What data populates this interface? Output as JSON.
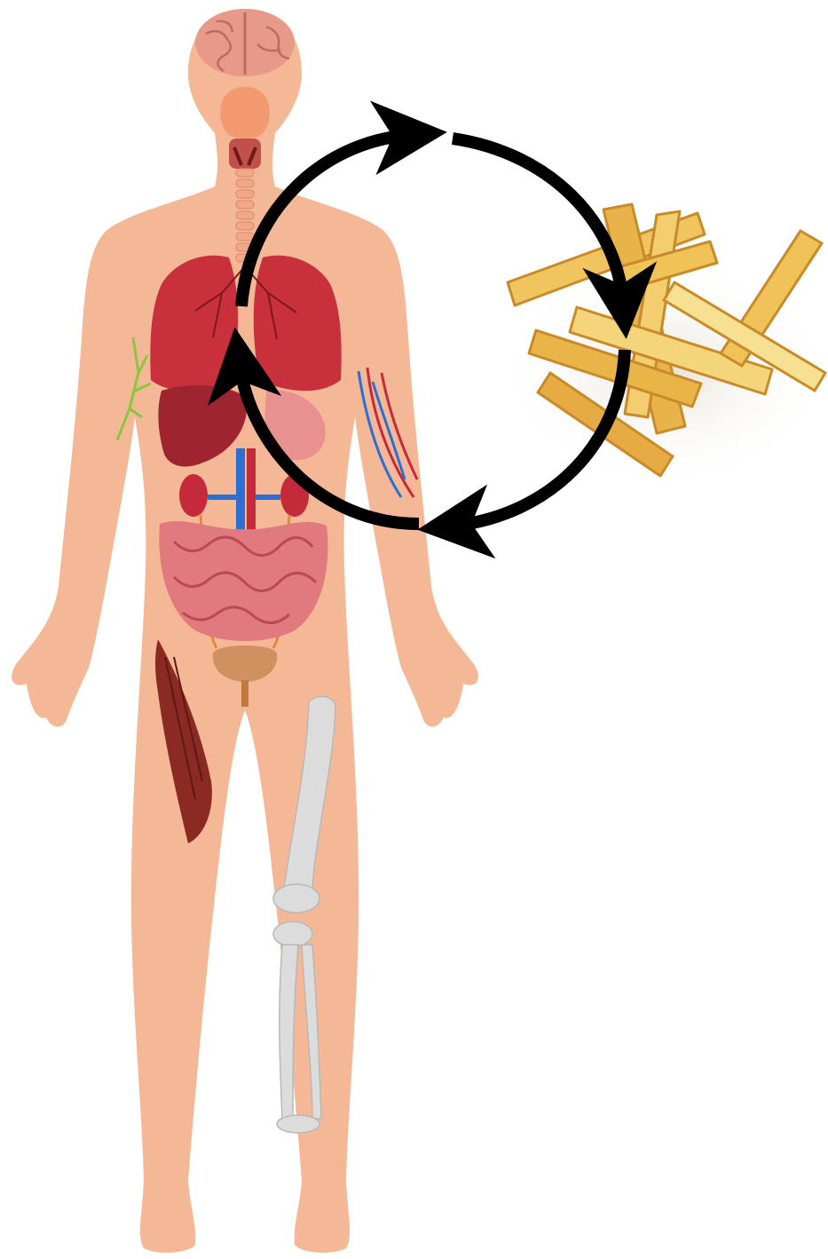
{
  "figure": {
    "panels": [
      {
        "id": "body",
        "icon": "human-anatomy-illustration"
      },
      {
        "id": "food",
        "icon": "french-fries-photo"
      }
    ],
    "cycle": {
      "arrow_count": 4,
      "direction": "clockwise",
      "icon": "cycle-arrows-icon"
    },
    "colors": {
      "background": "#ffffff",
      "skin": "#f5b896",
      "skin_shadow": "#eba27f",
      "organ_red": "#c8303c",
      "liver": "#9e2430",
      "intestine": "#e07a7f",
      "kidney": "#c42a3a",
      "vein_blue": "#2a6fd1",
      "brain": "#e89a8a",
      "muscle": "#8a2a22",
      "bone": "#dcdcdc",
      "bladder": "#d09060",
      "fry": "#f0c560",
      "fry_crust": "#c98a2a",
      "arrow": "#000000"
    }
  }
}
